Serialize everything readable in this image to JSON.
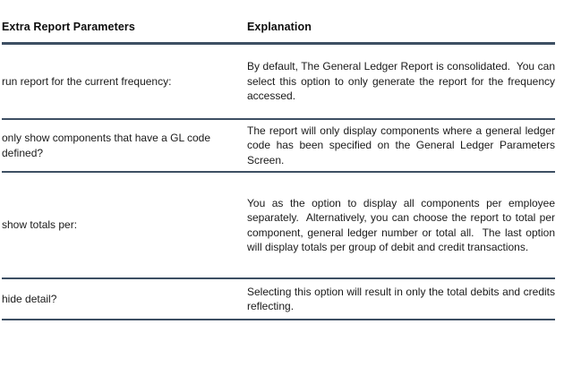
{
  "table": {
    "columns": [
      {
        "key": "parameter",
        "label": "Extra Report Parameters"
      },
      {
        "key": "explanation",
        "label": "Explanation"
      }
    ],
    "rows": [
      {
        "parameter": "run report for the current frequency:",
        "explanation": "By default, The General Ledger Report is consolidated.  You can select this option to only generate the report for the frequency accessed."
      },
      {
        "parameter": "only show components that have a GL code defined?",
        "explanation": "The report will only display components where a general ledger code has been specified on the General Ledger Parameters Screen."
      },
      {
        "parameter": "show totals per:",
        "explanation": "You as the option to display all components per employee separately.  Alternatively, you can choose the report to total per component, general ledger number or total all.  The last option will display totals per group of debit and credit transactions."
      },
      {
        "parameter": "hide detail?",
        "explanation": "Selecting this option will result in only the total debits and credits reflecting."
      }
    ]
  },
  "colors": {
    "rule": "#3d4f63",
    "text": "#1a1a1a",
    "background": "#ffffff"
  }
}
